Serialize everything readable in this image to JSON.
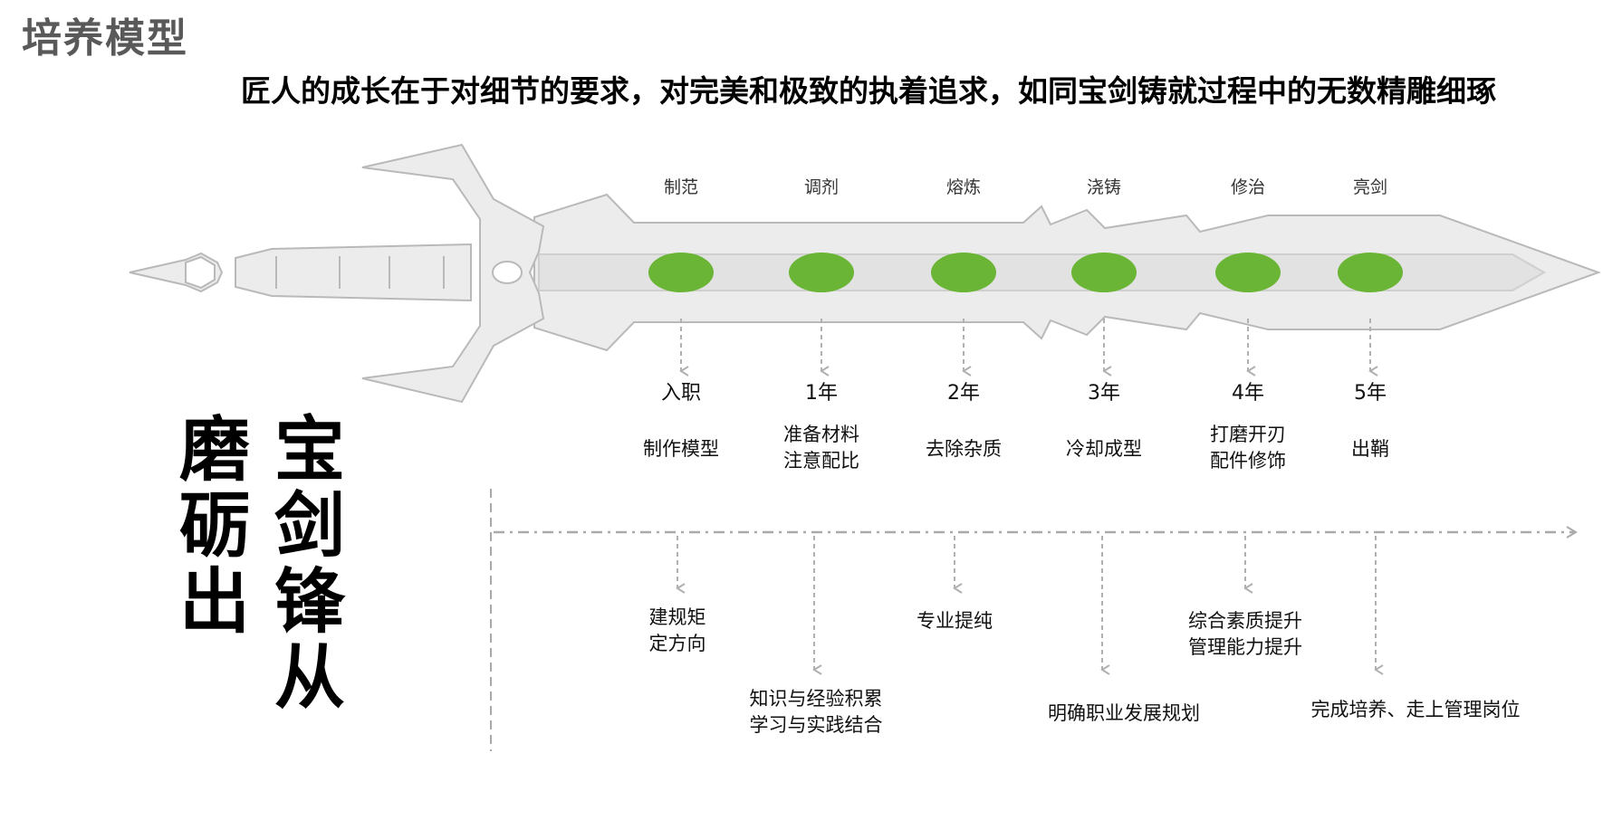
{
  "header": {
    "title": "培养模型",
    "subtitle": "匠人的成长在于对细节的要求，对完美和极致的执着追求，如同宝剑铸就过程中的无数精雕细琢"
  },
  "calligraphy": {
    "column_right": "宝剑锋从",
    "column_left": "磨砺出"
  },
  "colors": {
    "dot": "#6ab535",
    "sword_fill": "#ececec",
    "sword_stroke": "#b9b9b9",
    "arrow": "#b0b0b0"
  },
  "stages": [
    {
      "name": "制范",
      "year": "入职",
      "desc": [
        "制作模型"
      ]
    },
    {
      "name": "调剂",
      "year": "1年",
      "desc": [
        "准备材料",
        "注意配比"
      ]
    },
    {
      "name": "熔炼",
      "year": "2年",
      "desc": [
        "去除杂质"
      ]
    },
    {
      "name": "浇铸",
      "year": "3年",
      "desc": [
        "冷却成型"
      ]
    },
    {
      "name": "修治",
      "year": "4年",
      "desc": [
        "打磨开刃",
        "配件修饰"
      ]
    },
    {
      "name": "亮剑",
      "year": "5年",
      "desc": [
        "出鞘"
      ]
    }
  ],
  "growth": [
    {
      "lines": [
        "建规矩",
        "定方向"
      ]
    },
    {
      "lines": [
        "知识与经验积累",
        "学习与实践结合"
      ]
    },
    {
      "lines": [
        "专业提纯"
      ]
    },
    {
      "lines": [
        "明确职业发展规划"
      ]
    },
    {
      "lines": [
        "综合素质提升",
        "管理能力提升"
      ]
    },
    {
      "lines": [
        "完成培养、走上管理岗位"
      ]
    }
  ]
}
